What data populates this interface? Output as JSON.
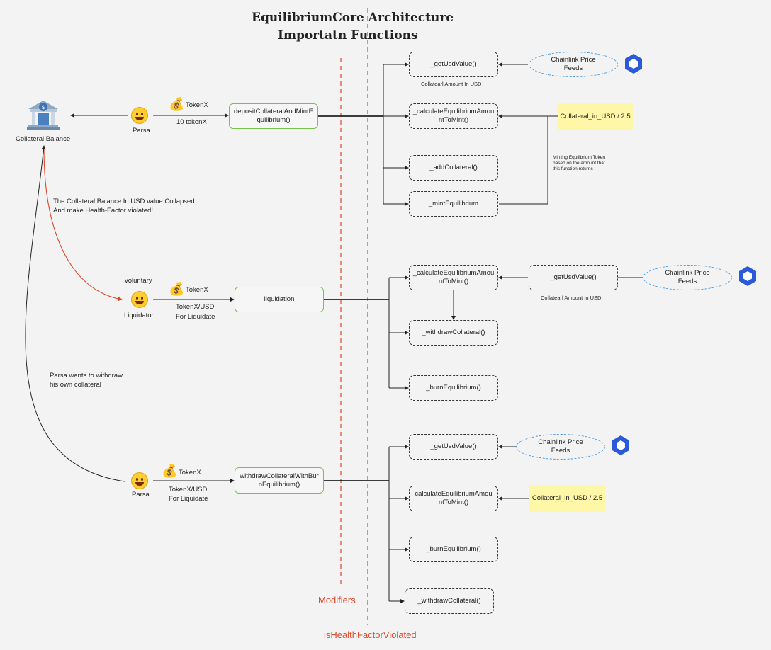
{
  "title_line1": "EquilibriumCore Architecture",
  "title_line2": "Importatn Functions",
  "collateral_balance": "Collateral Balance",
  "note_collapse_1": "The Collateral Balance In USD value Collapsed",
  "note_collapse_2": "And make Health-Factor violated!",
  "note_withdraw_1": "Parsa wants to withdraw",
  "note_withdraw_2": "his own collateral",
  "modifiers": "Modifiers",
  "modifier_name": "isHealthFactorViolated",
  "flow1": {
    "actor": "Parsa",
    "token": "TokenX",
    "amount": "10 tokenX",
    "fn_line1": "depositCollateralAndMintE",
    "fn_line2": "quilibrium()",
    "get_usd": "_getUsdValue()",
    "get_usd_caption": "Collatearl Amount In USD",
    "oracle_line1": "Chainlink Price",
    "oracle_line2": "Feeds",
    "calc_line1": "_calculateEquilibriumAmou",
    "calc_line2": "ntToMint()",
    "calc_note": "Collateral_in_USD / 2.5",
    "add": "_addCollateral()",
    "mint": "_mintEquilibrium",
    "mint_note_1": "Minting Equilibrium Token",
    "mint_note_2": "based on the amount that",
    "mint_note_3": "this function returns"
  },
  "flow2": {
    "above": "voluntary",
    "actor": "Liquidator",
    "token": "TokenX",
    "amount_1": "TokenX/USD",
    "amount_2": "For Liquidate",
    "fn": "liquidation",
    "calc_line1": "_calculateEquilibriumAmou",
    "calc_line2": "ntToMint()",
    "get_usd": "_getUsdValue()",
    "get_usd_caption": "Collatearl Amount In USD",
    "oracle_line1": "Chainlink Price",
    "oracle_line2": "Feeds",
    "withdraw": "_withdrawCollateral()",
    "burn": "_burnEquilibrium()"
  },
  "flow3": {
    "actor": "Parsa",
    "token": "TokenX",
    "amount_1": "TokenX/USD",
    "amount_2": "For Liquidate",
    "fn_line1": "withdrawCollateralWithBur",
    "fn_line2": "nEquilibrium()",
    "get_usd": "_getUsdValue()",
    "oracle_line1": "Chainlink Price",
    "oracle_line2": "Feeds",
    "calc_line1": "calculateEquilibriumAmou",
    "calc_line2": "ntToMint()",
    "calc_note": "Collateral_in_USD / 2.5",
    "burn": "_burnEquilibrium()",
    "withdraw": "_withdrawCollateral()"
  },
  "colors": {
    "green": "#79c24d",
    "red": "#e0462a",
    "blue": "#2a5ada",
    "note": "#fff7a8"
  },
  "icons": [
    "bank-icon",
    "smiley-icon",
    "money-bag-icon",
    "chainlink-hex-icon"
  ]
}
